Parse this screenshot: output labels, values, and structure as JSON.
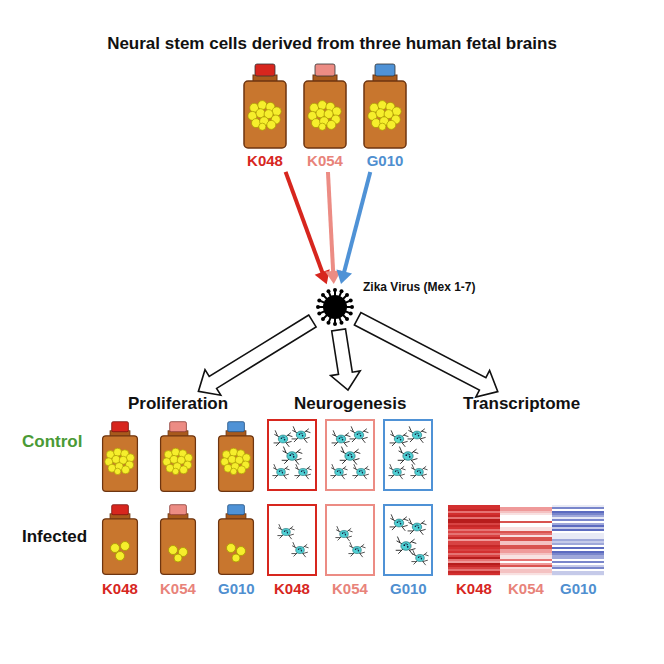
{
  "diagram": {
    "title": "Neural stem cells derived from three human fetal brains",
    "nodes": [
      {
        "text": [
          "K048"
        ]
      },
      {
        "text": [
          "K054"
        ]
      },
      {
        "text": [
          "G010"
        ]
      },
      {
        "text": [
          "Zika Virus (Mex 1-7)"
        ]
      },
      {
        "text": [
          "Proliferation"
        ]
      },
      {
        "text": [
          "Neurogenesis"
        ]
      },
      {
        "text": [
          "Transcriptome"
        ]
      }
    ],
    "edges": [
      {
        "from": 0,
        "to": 3,
        "arrow": "to"
      },
      {
        "from": 1,
        "to": 3,
        "arrow": "to"
      },
      {
        "from": 2,
        "to": 3,
        "arrow": "to"
      },
      {
        "from": 3,
        "to": 4,
        "arrow": "to"
      },
      {
        "from": 3,
        "to": 5,
        "arrow": "to"
      },
      {
        "from": 3,
        "to": 6,
        "arrow": "to"
      }
    ],
    "labels": [
      "Control",
      "Infected",
      "K048",
      "K054",
      "G010",
      "K048",
      "K054",
      "G010",
      "K048",
      "K054",
      "G010"
    ]
  }
}
